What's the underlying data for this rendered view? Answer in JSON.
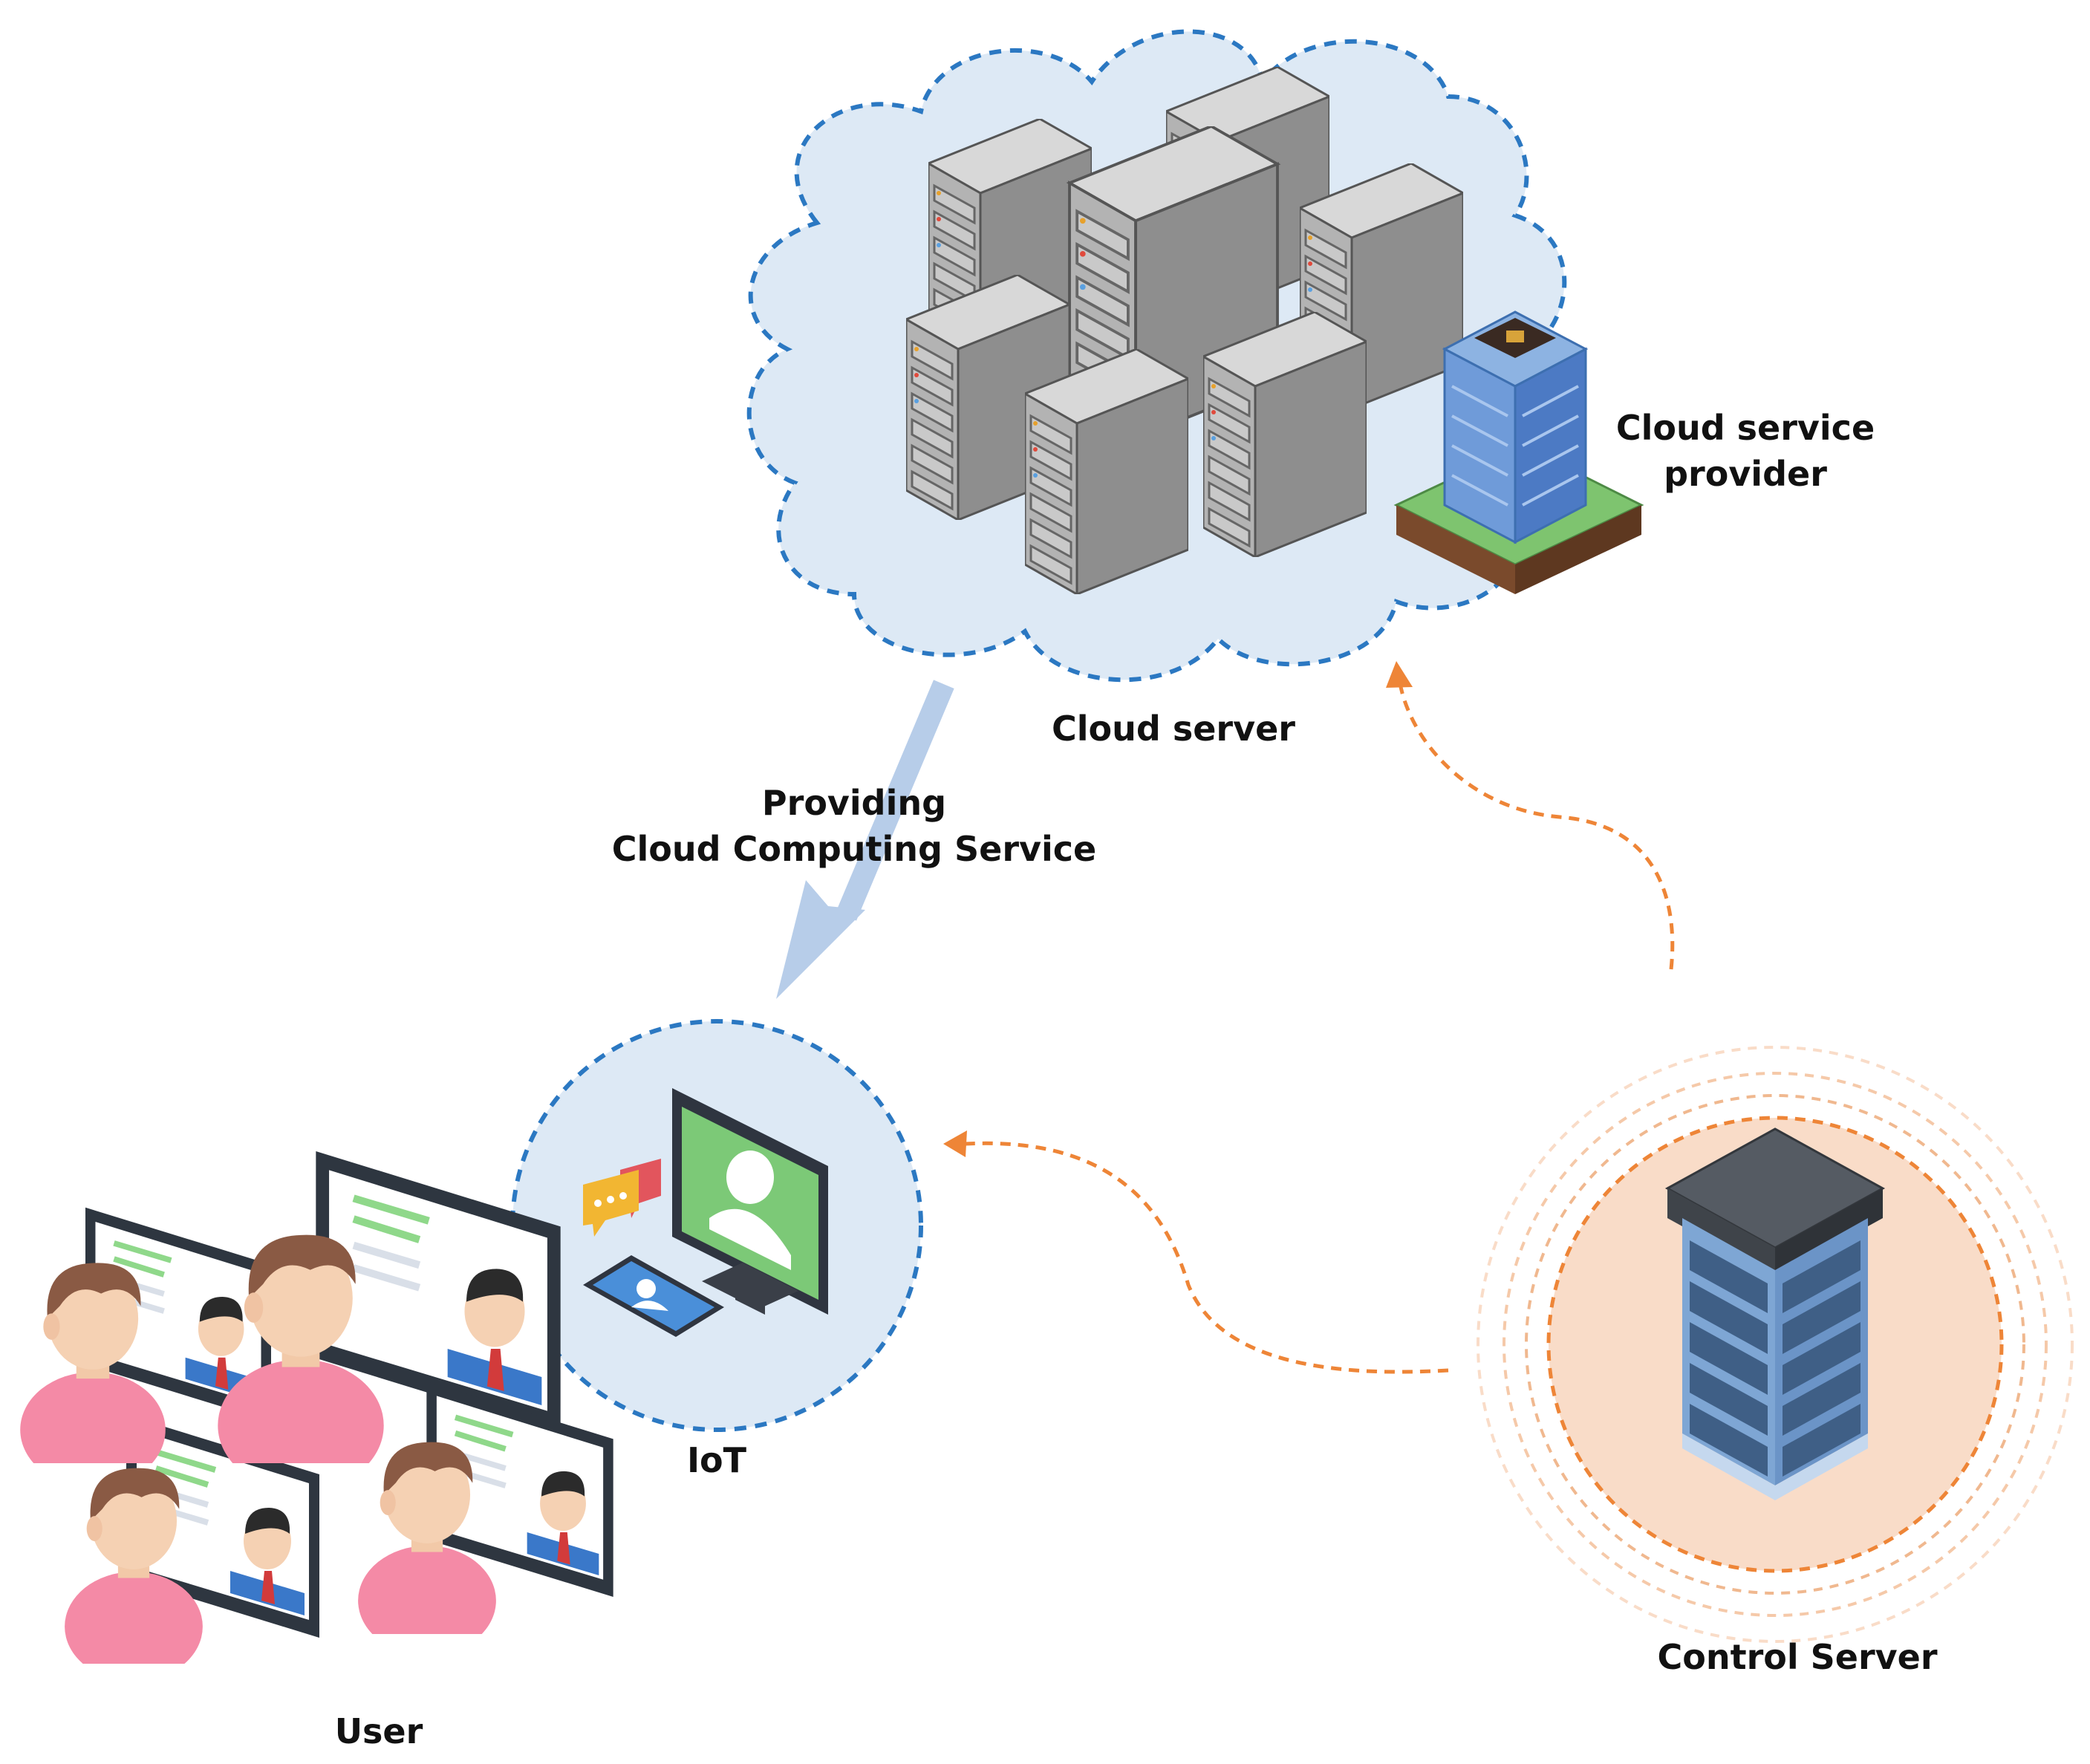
{
  "labels": {
    "cloud_server": "Cloud server",
    "cloud_service_provider_line1": "Cloud service",
    "cloud_service_provider_line2": "provider",
    "providing_line1": "Providing",
    "providing_line2": "Cloud Computing Service",
    "iot": "IoT",
    "user": "User",
    "control_server": "Control Server"
  },
  "colors": {
    "cloud_fill": "#dde9f5",
    "cloud_stroke": "#2b78c2",
    "server_front": "#aeaeae",
    "server_side": "#8f8f8f",
    "server_top": "#d6d6d6",
    "service_arrow": "#b7cde9",
    "control_arrow": "#ee8537",
    "control_glow": "#f9dcc8",
    "person_body": "#f48aa6",
    "person_hair": "#8a5a44",
    "iot_monitor": "#7cc977",
    "tablet": "#4a8fd9"
  },
  "icons": {
    "cloud": "cloud-icon",
    "server_rack": "server-rack-icon",
    "provider_building": "office-building-icon",
    "control_server": "server-tower-icon",
    "iot_monitor": "monitor-user-icon",
    "iot_tablet": "tablet-icon",
    "iot_chat": "chat-bubbles-icon",
    "users": "video-conference-users-icon"
  }
}
